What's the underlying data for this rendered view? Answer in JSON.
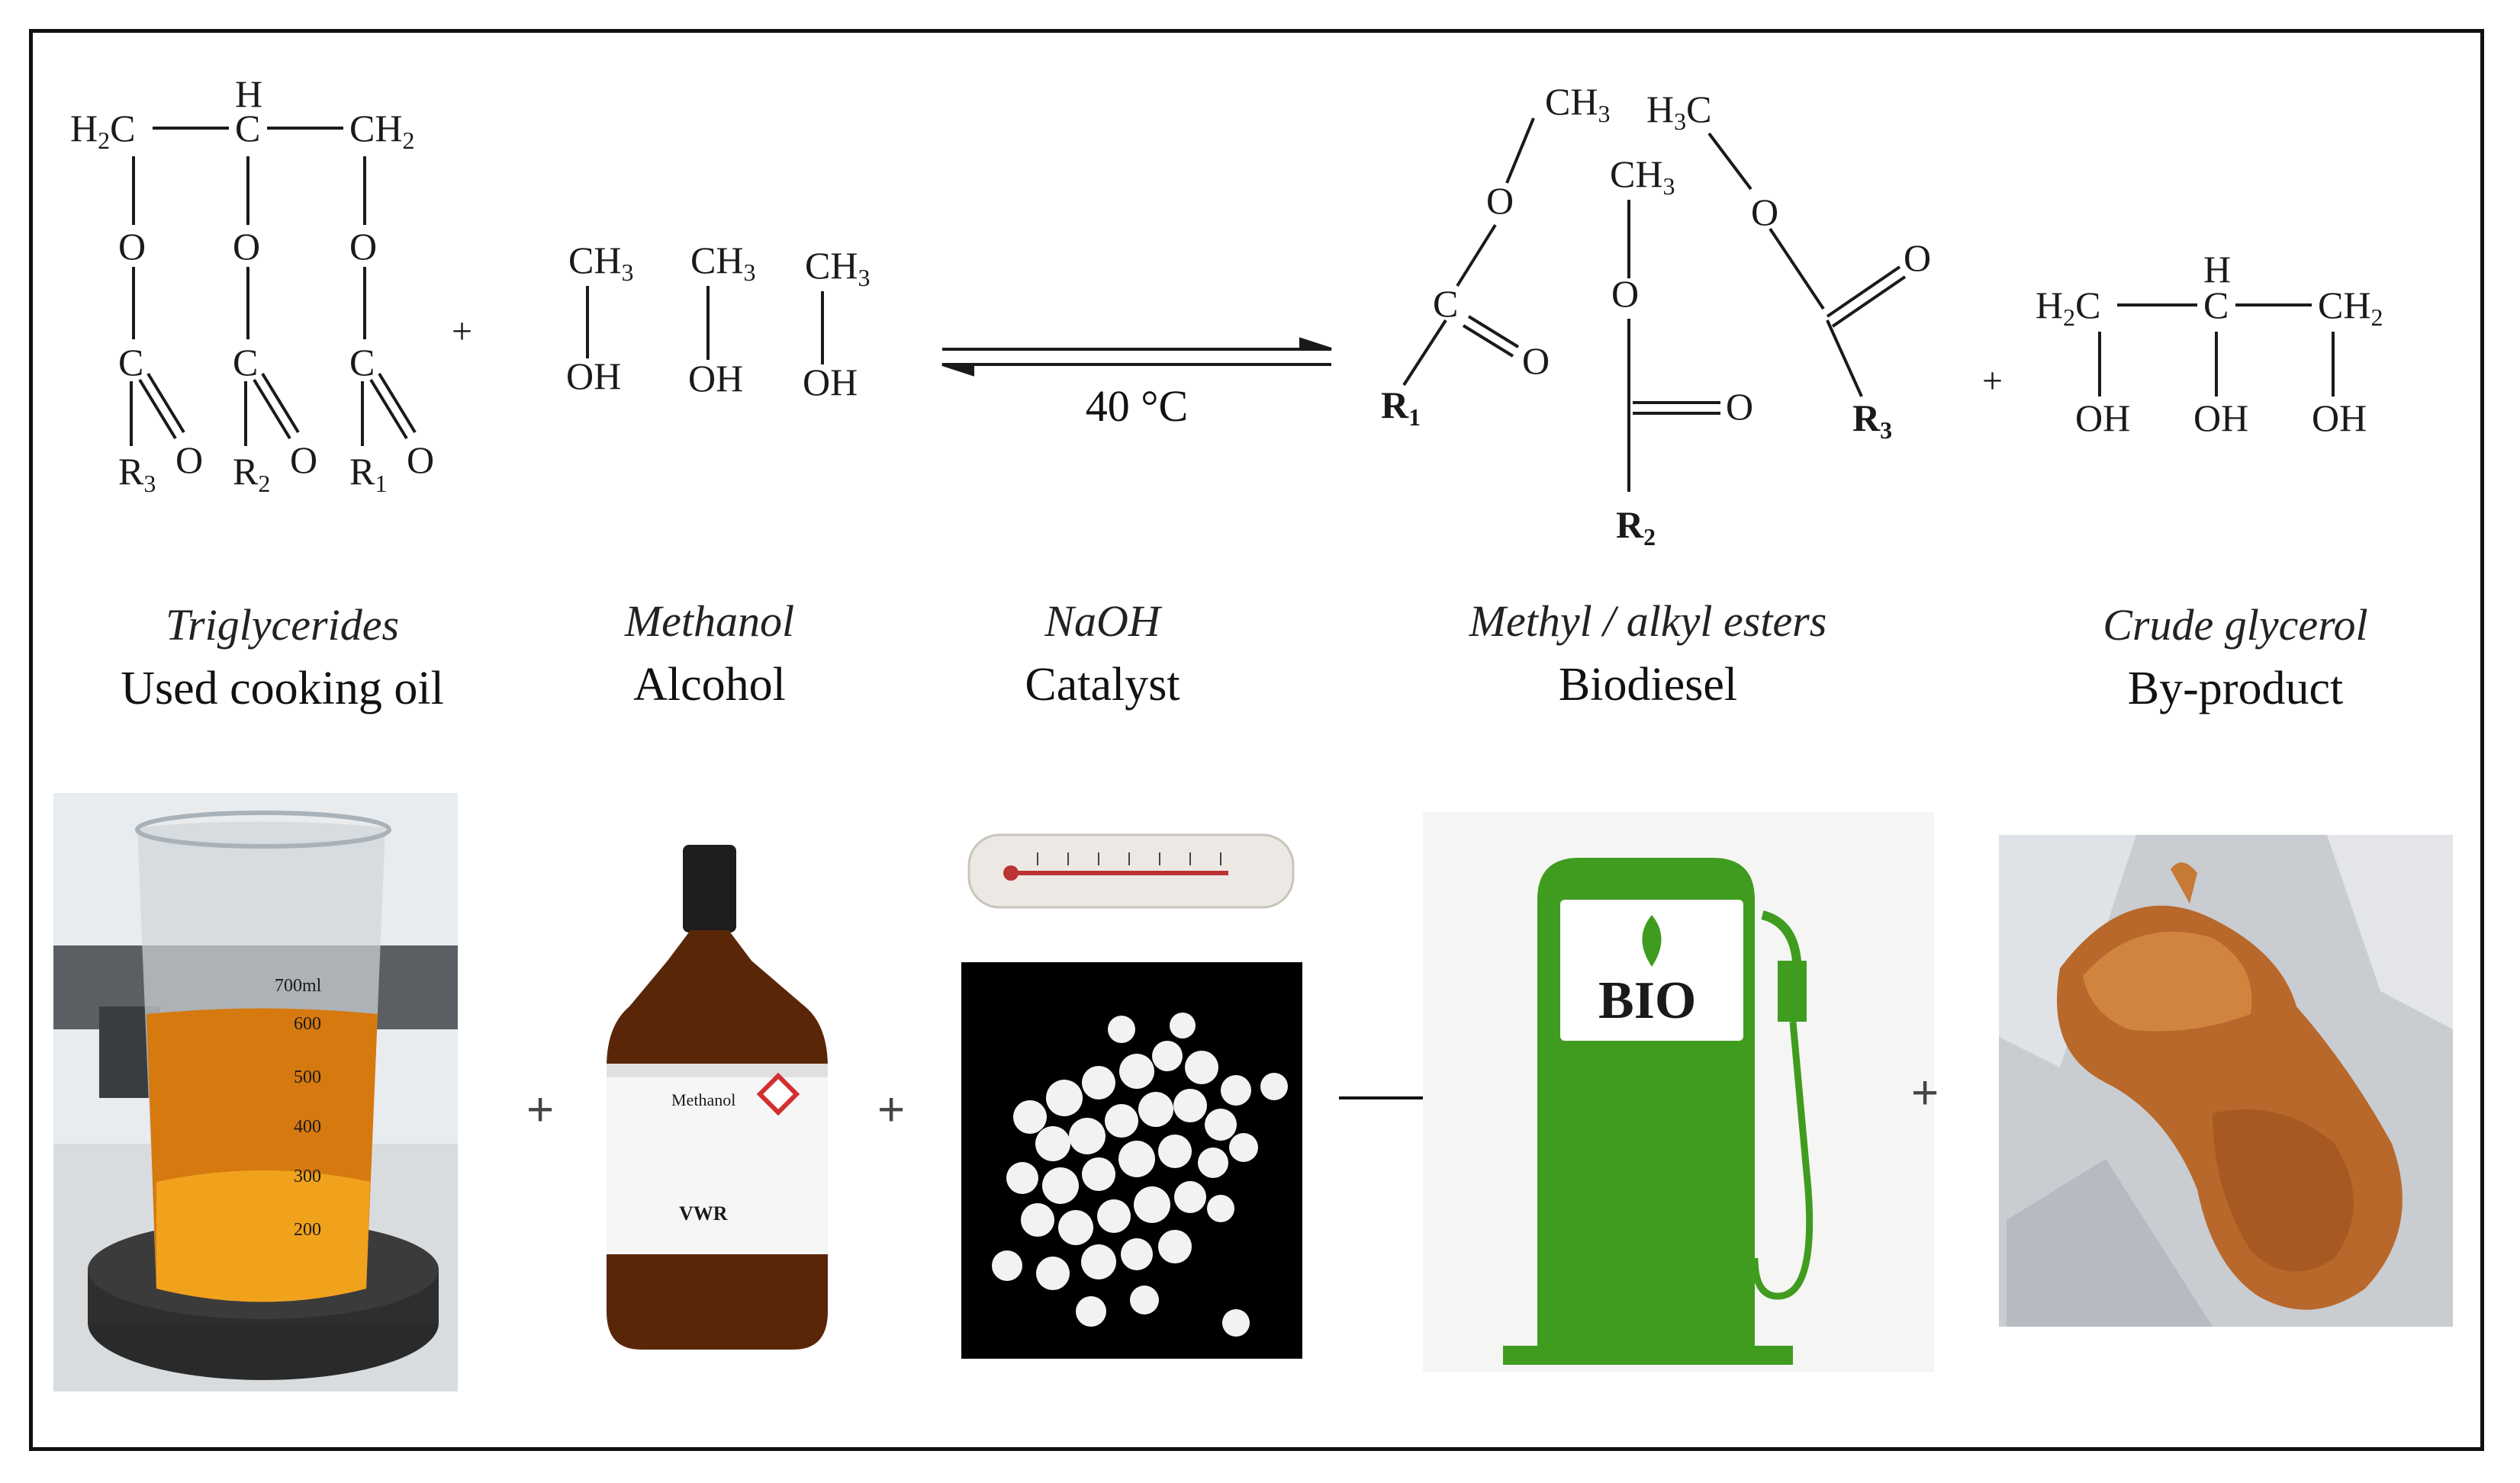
{
  "reaction": {
    "condition": "40 °C",
    "plus": "+"
  },
  "captions": [
    {
      "name": "Triglycerides",
      "role": "Used cooking oil"
    },
    {
      "name": "Methanol",
      "role": "Alcohol"
    },
    {
      "name": "NaOH",
      "role": "Catalyst"
    },
    {
      "name": "Methyl / alkyl esters",
      "role": "Biodiesel"
    },
    {
      "name": "Crude glycerol",
      "role": "By-product"
    }
  ],
  "photos": {
    "beaker_marks": [
      "700ml",
      "600",
      "500",
      "400",
      "300",
      "200"
    ],
    "bottle_label": "Methanol",
    "bottle_brand": "VWR",
    "pump_label": "BIO"
  },
  "colors": {
    "oil": "#d6790f",
    "pump_green": "#3f9c1f",
    "bottle_amber": "#5a2608",
    "glycerol": "#b8682a"
  }
}
